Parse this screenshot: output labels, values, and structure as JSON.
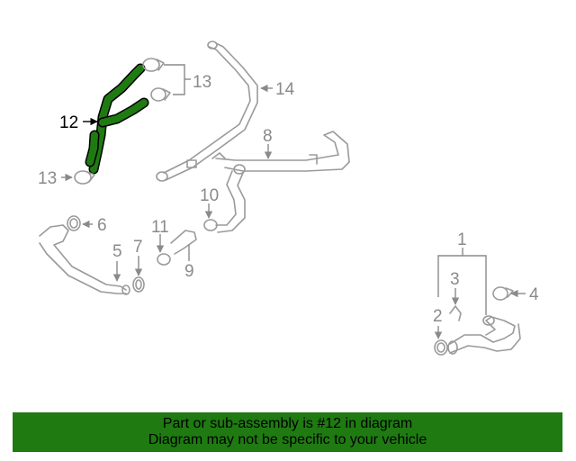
{
  "callouts": {
    "c1": "1",
    "c2": "2",
    "c3": "3",
    "c4": "4",
    "c5": "5",
    "c6": "6",
    "c7": "7",
    "c8": "8",
    "c9": "9",
    "c10": "10",
    "c11": "11",
    "c12": "12",
    "c13a": "13",
    "c13b": "13",
    "c14": "14"
  },
  "highlight_color": "#1f7a12",
  "banner": {
    "line1": "Part or sub-assembly is #12 in diagram",
    "line2": "Diagram may not be specific to your vehicle"
  }
}
